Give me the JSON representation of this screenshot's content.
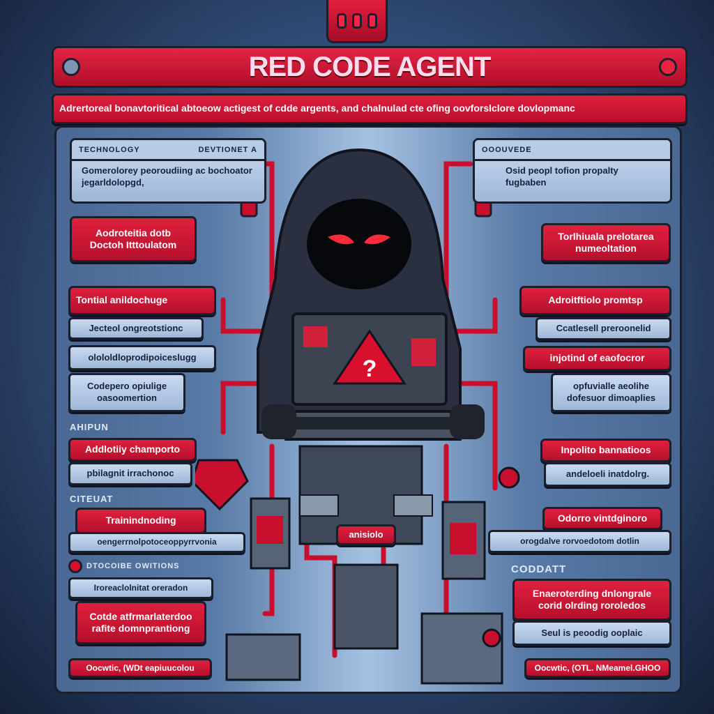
{
  "window": {
    "title": "RED CODE AGENT",
    "subtitle": "Adrertoreal bonavtoritical abtoeow actigest of cdde argents, and chalnulad cte ofing oovforslclore dovlopmanc"
  },
  "left": {
    "card1": {
      "header_left": "TECHNOLOGY",
      "header_right": "DEVTIONET A",
      "body": "Gomerolorey peoroudiing ac bochoator jegarldolopgd,"
    },
    "card2": "Aodroteitia dotb Doctoh Itttoulatom",
    "group3": {
      "header": "Tontial anildochuge",
      "items": [
        "Jecteol ongreotstionc",
        "olololdloprodipoiceslugg",
        "Codepero opiulige oasoomertion"
      ]
    },
    "label4": "AHIPUN",
    "group4": {
      "header": "Addlotiiy champorto",
      "item": "pbilagnit irrachonoc"
    },
    "label5": "CITEUAT",
    "group5": {
      "header": "Trainindnoding",
      "item": "oengerrnolpotoceoppyrrvonia"
    },
    "label6": "DTOCOIBE OWITIONS",
    "group6": {
      "item": "Iroreaclolnitat oreradon",
      "body": "Cotde atfrmarlaterdoo rafite domnprantiong"
    },
    "footer": "Oocwtic, (WDt eapiuucolou"
  },
  "right": {
    "card1": {
      "header": "OOOUVEDE",
      "body": "Osid peopl tofion propalty fugbaben"
    },
    "card2": "Torlhiuala prelotarea numeoltation",
    "group3": {
      "header": "Adroitftiolo promtsp",
      "items": [
        "Ccatlesell preroonelid",
        "injotind of eaofocror",
        "opfuvialle aeolihe dofesuor dimoaplies"
      ]
    },
    "group4": {
      "header": "Inpolito bannatioos",
      "item": "andeloeli inatdolrg."
    },
    "group5": {
      "header": "Odorro vintdginoro",
      "item": "orogdalve rorvoedotom dotlin"
    },
    "label6": "CODDATT",
    "group6": {
      "body": "Enaeroterding dnlongrale corid olrding roroledos",
      "item": "Seul is peoodig ooplaic"
    },
    "footer": "Oocwtic, (OTL. NMeamel.GHOO"
  },
  "center": {
    "tag": "anisiolo",
    "warning_glyph": "?"
  },
  "colors": {
    "accent": "#c8102e",
    "panel": "#4a6894",
    "light": "#b7cbe6"
  }
}
